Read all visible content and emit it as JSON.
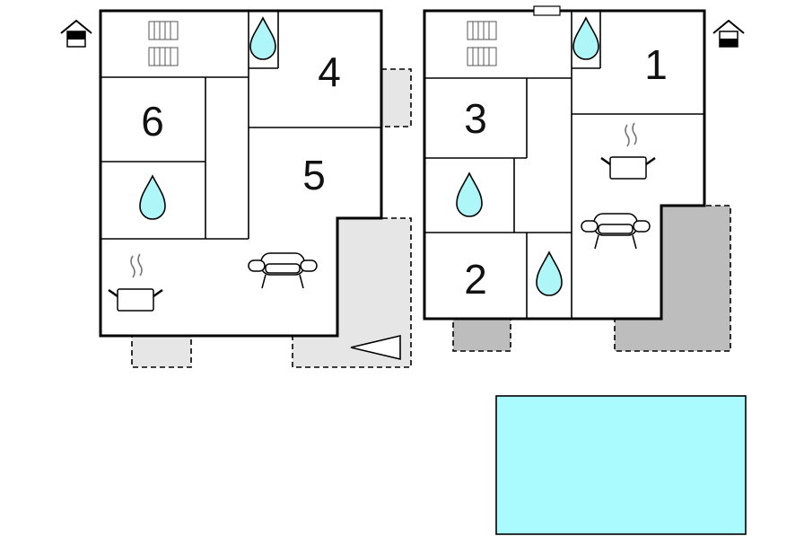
{
  "floorplan": {
    "left_unit": {
      "rooms": [
        "6",
        "4",
        "5"
      ],
      "entrance_icon": "house-entrance-icon"
    },
    "right_unit": {
      "rooms": [
        "1",
        "3",
        "2"
      ],
      "entrance_icon": "house-entrance-icon"
    }
  },
  "colors": {
    "water": "#aef6f8",
    "pool": "#a9fbfd",
    "terrace_light": "#e6e6e6",
    "terrace_dark": "#bdbdbd",
    "walls": "#000000"
  },
  "icons": [
    "bathroom-drop-icon",
    "kitchen-pot-icon",
    "sofa-icon",
    "heater-icon",
    "fireplace-triangle-icon",
    "house-entrance-icon"
  ]
}
